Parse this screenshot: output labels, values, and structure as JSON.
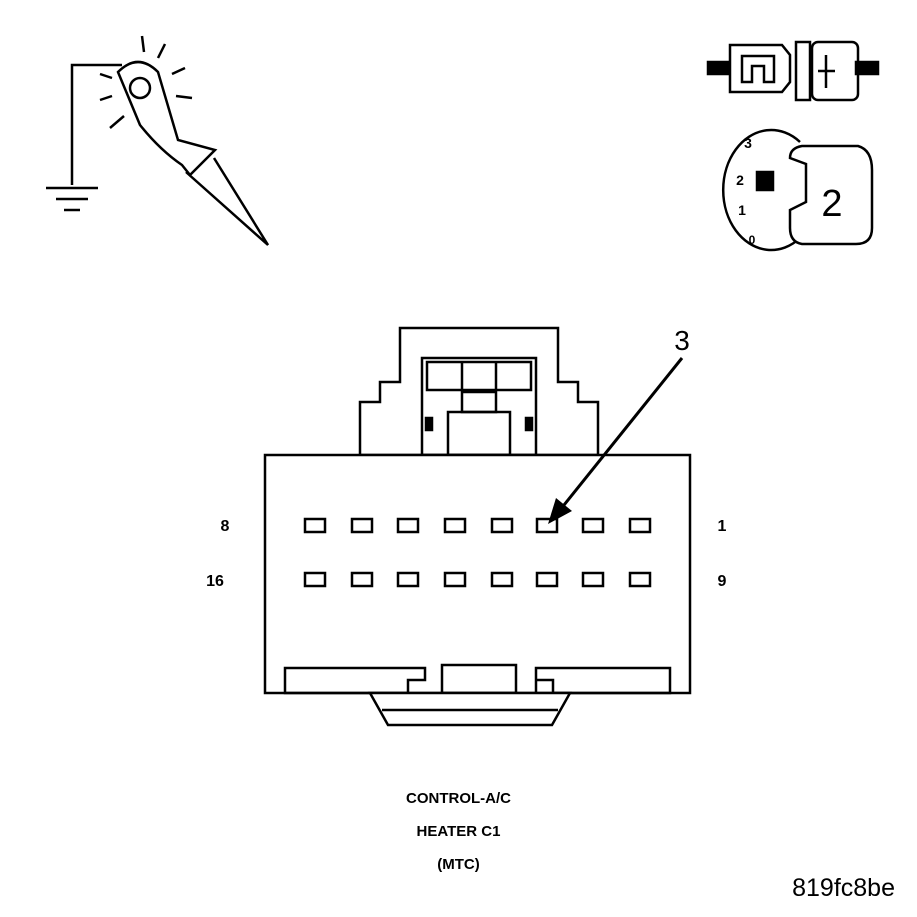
{
  "callout": "3",
  "pin_labels": {
    "top_left": "8",
    "top_right": "1",
    "bottom_left": "16",
    "bottom_right": "9"
  },
  "key_switch": {
    "positions": [
      "3",
      "2",
      "1",
      "0"
    ],
    "selected": "2"
  },
  "caption": {
    "line1": "CONTROL-A/C",
    "line2": "HEATER C1",
    "line3": "(MTC)"
  },
  "figure_code": "819fc8be",
  "icons": [
    "test-light-ground-icon",
    "disconnect-connector-icon",
    "ignition-key-icon"
  ]
}
